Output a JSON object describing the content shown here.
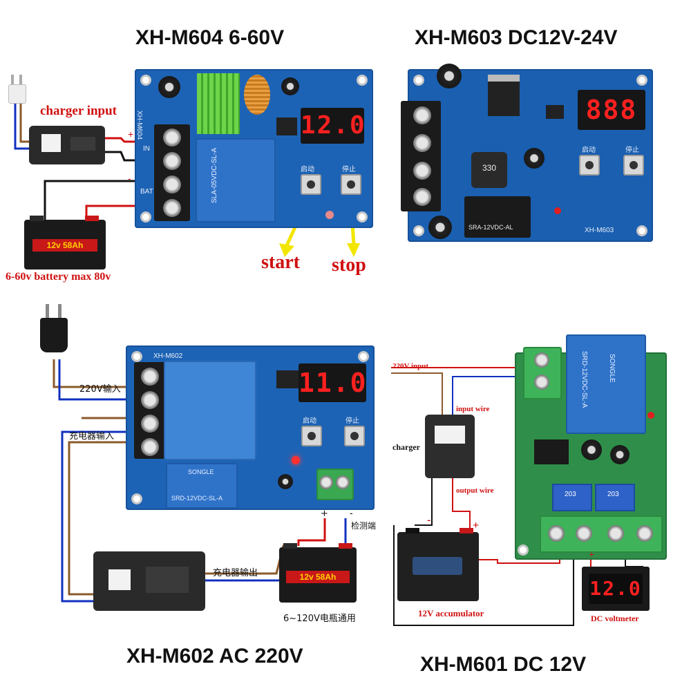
{
  "titles": {
    "m604": "XH-M604 6-60V",
    "m603": "XH-M603 DC12V-24V",
    "m602": "XH-M602 AC 220V",
    "m601": "XH-M601 DC 12V"
  },
  "m604": {
    "charger_input": "charger input",
    "battery_caption": "6-60v battery max 80v",
    "display": "12.0",
    "start": "start",
    "stop": "stop",
    "btn_start_cn": "启动",
    "btn_stop_cn": "停止",
    "board_name": "XH-M604",
    "relay_text": "SLA-05VDC-SL-A",
    "terminal_in": "IN",
    "terminal_bat": "BAT",
    "plus": "+",
    "minus": "-",
    "battery_label": "12v 58Ah"
  },
  "m603": {
    "display": "888",
    "btn_start_cn": "启动",
    "btn_stop_cn": "停止",
    "board_name": "XH-M603",
    "inductor": "330",
    "relay_text": "SRA-12VDC-AL"
  },
  "m602": {
    "board_name": "XH-M602",
    "display": "11.0",
    "btn_start_cn": "启动",
    "btn_stop_cn": "停止",
    "input_220": "220V输入",
    "charger_in": "充电器输入",
    "charger_out": "充电器输出",
    "detect": "检测端",
    "battery_caption": "6~120V电瓶通用",
    "relay_text": "SRD-12VDC-SL-A",
    "relay_brand": "SONGLE",
    "plus": "+",
    "minus": "-",
    "battery_label": "12v 58Ah"
  },
  "m601": {
    "input_220": "220V input",
    "input_wire": "input wire",
    "charger": "charger",
    "output_wire": "output wire",
    "accumulator": "12V accumulator",
    "voltmeter": "DC voltmeter",
    "display": "12.0",
    "relay_text": "SRD-12VDC-SL-A",
    "relay_brand": "SONGLE",
    "pot1": "203",
    "pot2": "203",
    "plus": "+",
    "minus": "-"
  },
  "colors": {
    "pcb_blue": "#1d63b5",
    "pcb_green": "#2f8f4a",
    "display_red": "#ff2020",
    "wire_red": "#d01010",
    "wire_blue": "#1030c0",
    "wire_brown": "#8a5a2a",
    "arrow_yellow": "#f2e600"
  }
}
